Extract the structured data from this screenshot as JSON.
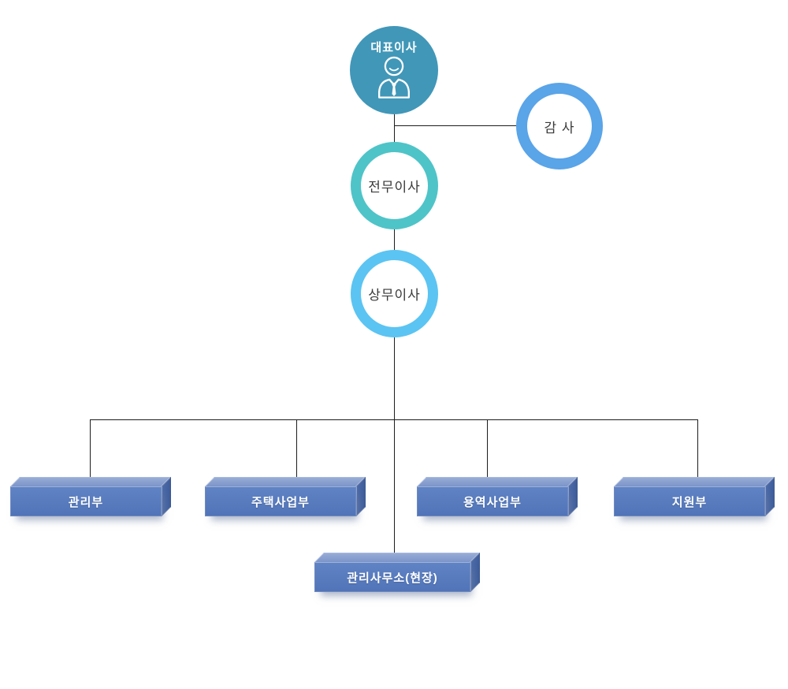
{
  "org": {
    "type": "organization-chart",
    "background_color": "#ffffff",
    "line_color": "#1c1c1c",
    "nodes": {
      "ceo": {
        "label": "대표이사",
        "shape": "filled-circle",
        "color": "#4197B8",
        "text_color": "#ffffff",
        "icon": "person-icon"
      },
      "auditor": {
        "label": "감 사",
        "shape": "ring-circle",
        "ring_color": "#5AA4E8",
        "text_color": "#3a3a3a"
      },
      "executive_director": {
        "label": "전무이사",
        "shape": "ring-circle",
        "ring_color": "#4EC4C8",
        "text_color": "#3a3a3a"
      },
      "managing_director": {
        "label": "상무이사",
        "shape": "ring-circle",
        "ring_color": "#5BC4F2",
        "text_color": "#3a3a3a"
      }
    },
    "departments": [
      {
        "label": "관리부"
      },
      {
        "label": "주택사업부"
      },
      {
        "label": "용역사업부"
      },
      {
        "label": "지원부"
      },
      {
        "label": "관리사무소(현장)"
      }
    ],
    "box_colors": {
      "front": "#5478BC",
      "top": "#8CA3D1",
      "side": "#46619F",
      "text": "#ffffff"
    },
    "hierarchy": "대표이사 > 전무이사 > 상무이사 > (관리부, 주택사업부, 용역사업부, 지원부, 관리사무소(현장)); 감 사 reports beside 대표이사"
  }
}
